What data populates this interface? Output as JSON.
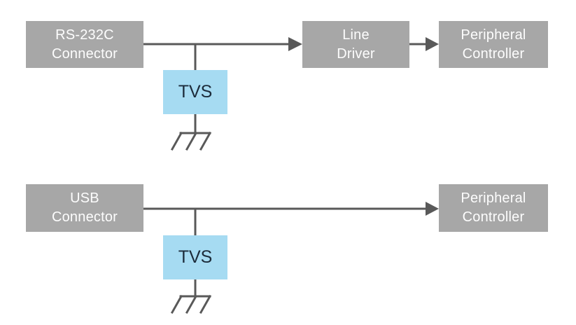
{
  "diagram": {
    "description": "TVS surge protection block diagram with two signal paths",
    "colors": {
      "box_fill": "#a7a7a7",
      "box_text": "#fdfdfd",
      "tvs_fill": "#a6dbf2",
      "tvs_text": "#1c2b3a",
      "wire": "#595959",
      "background": "#ffffff"
    },
    "row1": {
      "source_line1": "RS-232C",
      "source_line2": "Connector",
      "driver_line1": "Line",
      "driver_line2": "Driver",
      "dest_line1": "Peripheral",
      "dest_line2": "Controller",
      "tvs_label": "TVS"
    },
    "row2": {
      "source_line1": "USB",
      "source_line2": "Connector",
      "dest_line1": "Peripheral",
      "dest_line2": "Controller",
      "tvs_label": "TVS"
    }
  }
}
